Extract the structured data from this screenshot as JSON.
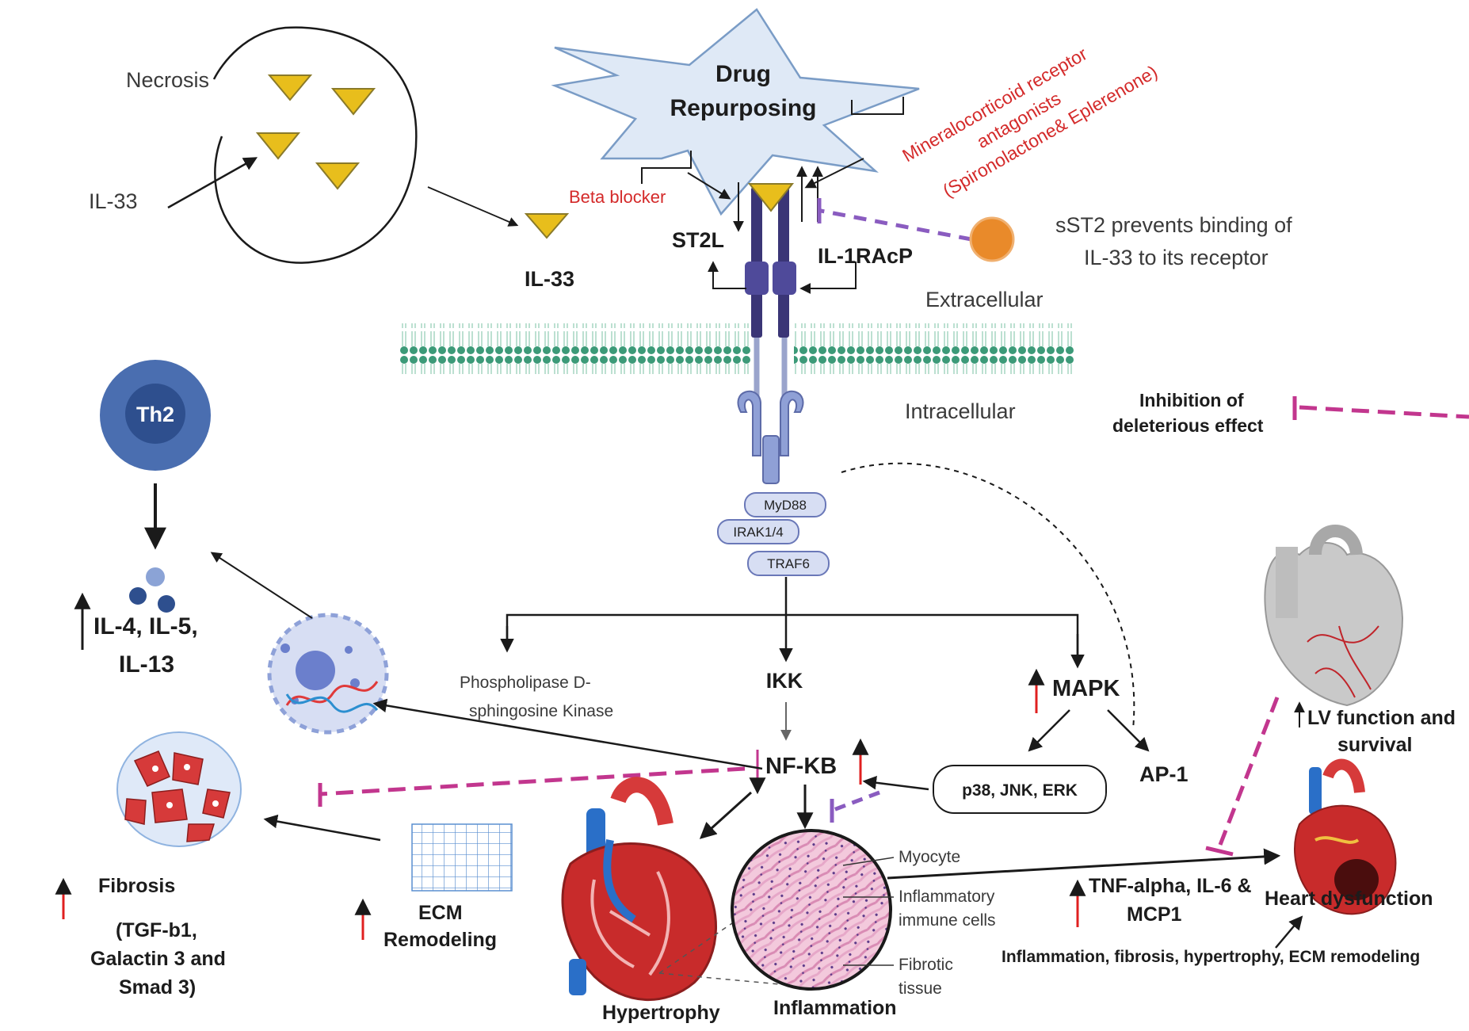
{
  "colors": {
    "ligand": "#e8be1c",
    "receptor": "#3a3576",
    "membrane": "#3c9a78",
    "inhibit": "#c2368e",
    "inhibit_purple": "#8a5cc0",
    "up_arrow_red": "#e02020",
    "sst2": "#e98a2a",
    "star_fill": "#dfe9f6",
    "th2": "#4a6eb0"
  },
  "labels": {
    "necrosis": "Necrosis",
    "il33_left": "IL-33",
    "il33_free": "IL-33",
    "drug_line1": "Drug",
    "drug_line2": "Repurposing",
    "beta_blocker": "Beta blocker",
    "mra_line1": "Mineralocorticoid receptor",
    "mra_line2": "antagonists",
    "mra_line3": "(Spironolactone& Eplerenone)",
    "st2l": "ST2L",
    "il1racp": "IL-1RAcP",
    "sst2_line1": "sST2 prevents binding of",
    "sst2_line2": "IL-33 to its receptor",
    "extracellular": "Extracellular",
    "intracellular": "Intracellular",
    "inhibition_line1": "Inhibition of",
    "inhibition_line2": "deleterious effect",
    "th2": "Th2",
    "il_line1": "IL-4, IL-5,",
    "il_line2": "IL-13",
    "myd88": "MyD88",
    "irak": "IRAK1/4",
    "traf6": "TRAF6",
    "pld_line1": "Phospholipase D-",
    "pld_line2": "sphingosine Kinase",
    "ikk": "IKK",
    "mapk": "MAPK",
    "nfkb": "NF-KB",
    "p38": "p38, JNK, ERK",
    "ap1": "AP-1",
    "lv_line1": "LV function and",
    "lv_line2": "survival",
    "fibrosis": "Fibrosis",
    "fib_sub1": "(TGF-b1,",
    "fib_sub2": "Galactin 3 and",
    "fib_sub3": "Smad 3)",
    "ecm_line1": "ECM",
    "ecm_line2": "Remodeling",
    "hypertrophy": "Hypertrophy",
    "inflammation": "Inflammation",
    "myocyte": "Myocyte",
    "immune_line1": "Inflammatory",
    "immune_line2": "immune cells",
    "fibrotic_line1": "Fibrotic",
    "fibrotic_line2": "tissue",
    "tnf_line1": "TNF-alpha, IL-6 &",
    "tnf_line2": "MCP1",
    "heart_dysfunction": "Heart dysfunction",
    "footer": "Inflammation, fibrosis, hypertrophy, ECM remodeling"
  }
}
